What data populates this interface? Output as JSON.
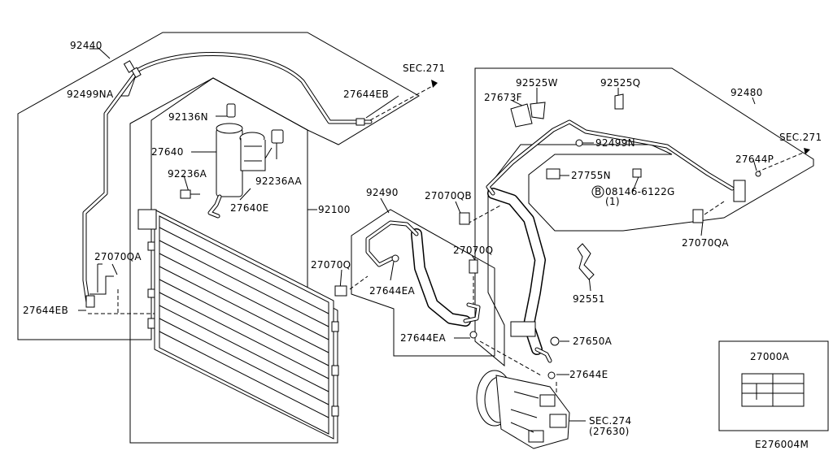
{
  "labels": {
    "p92440": "92440",
    "p92499NA": "92499NA",
    "sec271_top": "SEC.271",
    "p27644EB_top": "27644EB",
    "p92136N": "92136N",
    "p27640": "27640",
    "p92236A": "92236A",
    "p92236AA": "92236AA",
    "p27640E": "27640E",
    "p92100": "92100",
    "p27070QA_left": "27070QA",
    "p27644EB_left": "27644EB",
    "p92490": "92490",
    "p27070QB": "27070QB",
    "p27070Q_a": "27070Q",
    "p27070Q_b": "27070Q",
    "p27644EA_a": "27644EA",
    "p27644EA_b": "27644EA",
    "p92525W": "92525W",
    "p92525Q": "92525Q",
    "p27673F": "27673F",
    "p92480": "92480",
    "sec271_right": "SEC.271",
    "p92499N": "92499N",
    "p27644P": "27644P",
    "p27755N": "27755N",
    "p08146": "08146-6122G",
    "p08146_qty": "(1)",
    "p08146_mark": "B",
    "p27070QA_right": "27070QA",
    "p92551": "92551",
    "p27650A": "27650A",
    "p27644E": "27644E",
    "sec274": "SEC.274",
    "sec274_sub": "(27630)",
    "p27000A": "27000A",
    "diagram_id": "E276004M"
  }
}
